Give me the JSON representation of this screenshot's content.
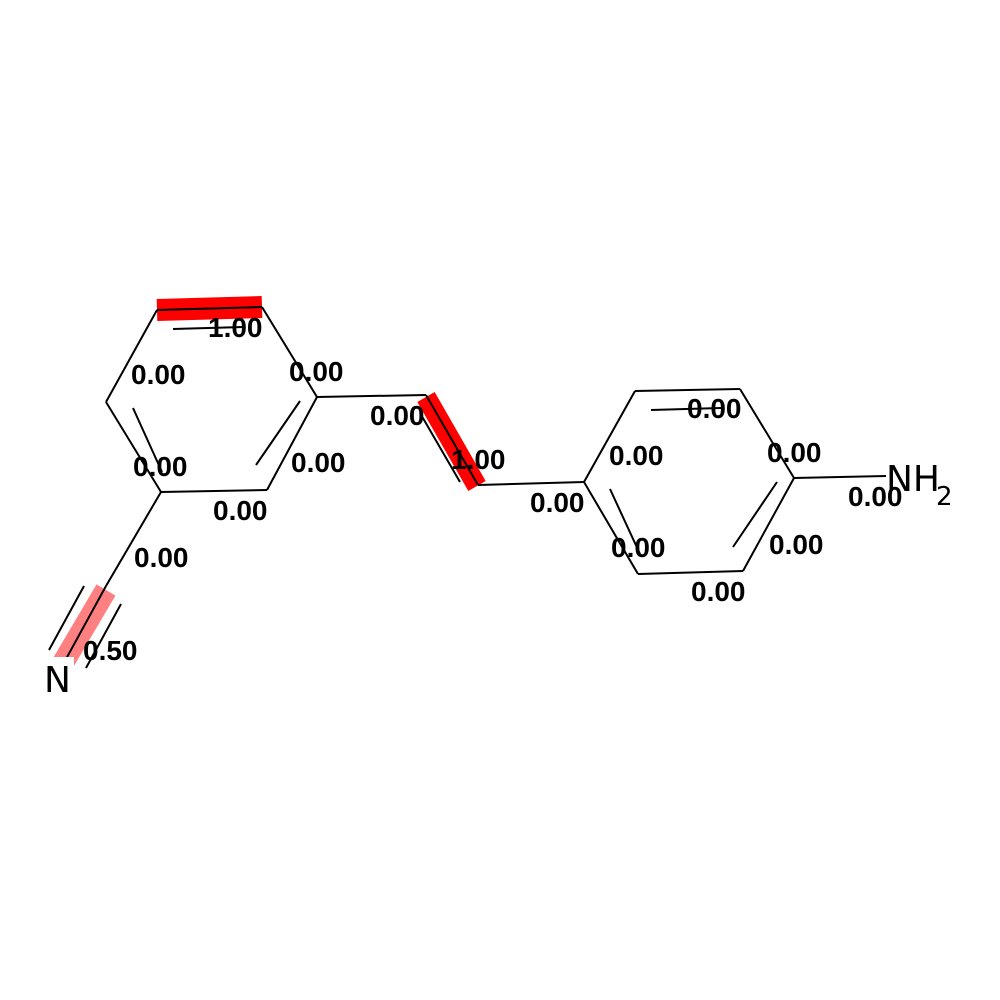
{
  "colors": {
    "bond": "#000000",
    "highlight_full": "#ff0000",
    "highlight_half": "#ff8080",
    "background": "#ffffff"
  },
  "atoms": {
    "nitrogen": "N",
    "amine": "NH",
    "amine_subscript": "2"
  },
  "bond_values": [
    "1.00",
    "0.00",
    "0.00",
    "0.00",
    "0.00",
    "0.00",
    "0.00",
    "1.00",
    "0.00",
    "0.00",
    "0.00",
    "0.00",
    "0.00",
    "0.00",
    "0.00",
    "0.00",
    "0.50"
  ],
  "highlights": [
    {
      "bond": "ring1-top",
      "weight": 1.0
    },
    {
      "bond": "vinyl-double",
      "weight": 1.0
    },
    {
      "bond": "nitrile-triple",
      "weight": 0.5
    }
  ]
}
